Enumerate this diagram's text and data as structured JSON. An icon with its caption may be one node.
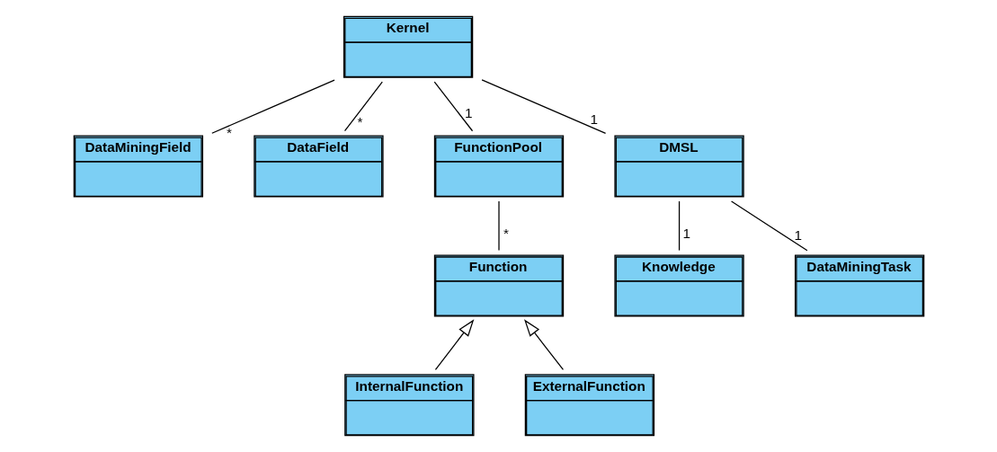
{
  "diagram": {
    "nodes": [
      {
        "text": [
          "Kernel"
        ]
      },
      {
        "text": [
          "DataMiningField"
        ]
      },
      {
        "text": [
          "DataField"
        ]
      },
      {
        "text": [
          "FunctionPool"
        ]
      },
      {
        "text": [
          "DMSL"
        ]
      },
      {
        "text": [
          "Function"
        ]
      },
      {
        "text": [
          "Knowledge"
        ]
      },
      {
        "text": [
          "DataMiningTask"
        ]
      },
      {
        "text": [
          "InternalFunction"
        ]
      },
      {
        "text": [
          "ExternalFunction"
        ]
      }
    ],
    "edges": [
      {
        "from": 0,
        "to": 1,
        "arrow": "none",
        "label": "*"
      },
      {
        "from": 0,
        "to": 2,
        "arrow": "none",
        "label": "*"
      },
      {
        "from": 0,
        "to": 3,
        "arrow": "none",
        "label": "1"
      },
      {
        "from": 0,
        "to": 4,
        "arrow": "none",
        "label": "1"
      },
      {
        "from": 3,
        "to": 5,
        "arrow": "none",
        "label": "*"
      },
      {
        "from": 4,
        "to": 6,
        "arrow": "none",
        "label": "1"
      },
      {
        "from": 4,
        "to": 7,
        "arrow": "none",
        "label": "1"
      },
      {
        "from": 8,
        "to": 5,
        "arrow": "to"
      },
      {
        "from": 9,
        "to": 5,
        "arrow": "to"
      }
    ]
  }
}
